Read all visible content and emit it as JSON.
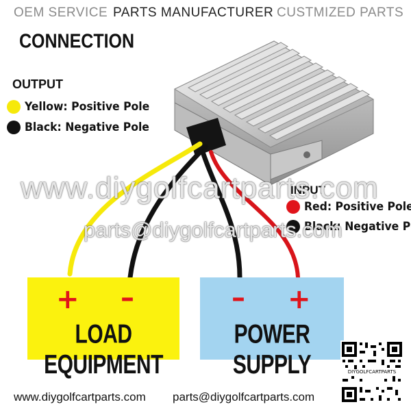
{
  "banner": {
    "items": [
      "OEM SERVICE",
      "PARTS MANUFACTURER",
      "CUSTMIZED PARTS"
    ],
    "colors": [
      "#8a8a8a",
      "#222222",
      "#8a8a8a"
    ]
  },
  "diagram": {
    "title": "CONNECTION",
    "output": {
      "heading": "OUTPUT",
      "items": [
        {
          "label": "Yellow: Positive Pole",
          "color": "#f6e90a"
        },
        {
          "label": "Black: Negative Pole",
          "color": "#111111"
        }
      ]
    },
    "input": {
      "heading": "INPUT",
      "items": [
        {
          "label": "Red: Positive Pole",
          "color": "#e0141a"
        },
        {
          "label": "Black: Negative Pole",
          "color": "#111111"
        }
      ]
    },
    "load_box": {
      "label": "LOAD EQUIPMENT",
      "plus": "+",
      "minus": "–",
      "color": "#fbf20e"
    },
    "power_box": {
      "label": "POWER SUPPLY",
      "plus": "+",
      "minus": "–",
      "color": "#a3d4f0"
    },
    "wire_colors": {
      "yellow": "#f6e90a",
      "black": "#111111",
      "red": "#d8141a"
    }
  },
  "watermark": {
    "site": "www.diygolfcartparts.com",
    "email": "parts@diygolfcartparts.com"
  },
  "footer": {
    "website": "www.diygolfcartparts.com",
    "email": "parts@diygolfcartparts.com",
    "qr_caption": "DIYGOLFCARTPARTS"
  }
}
